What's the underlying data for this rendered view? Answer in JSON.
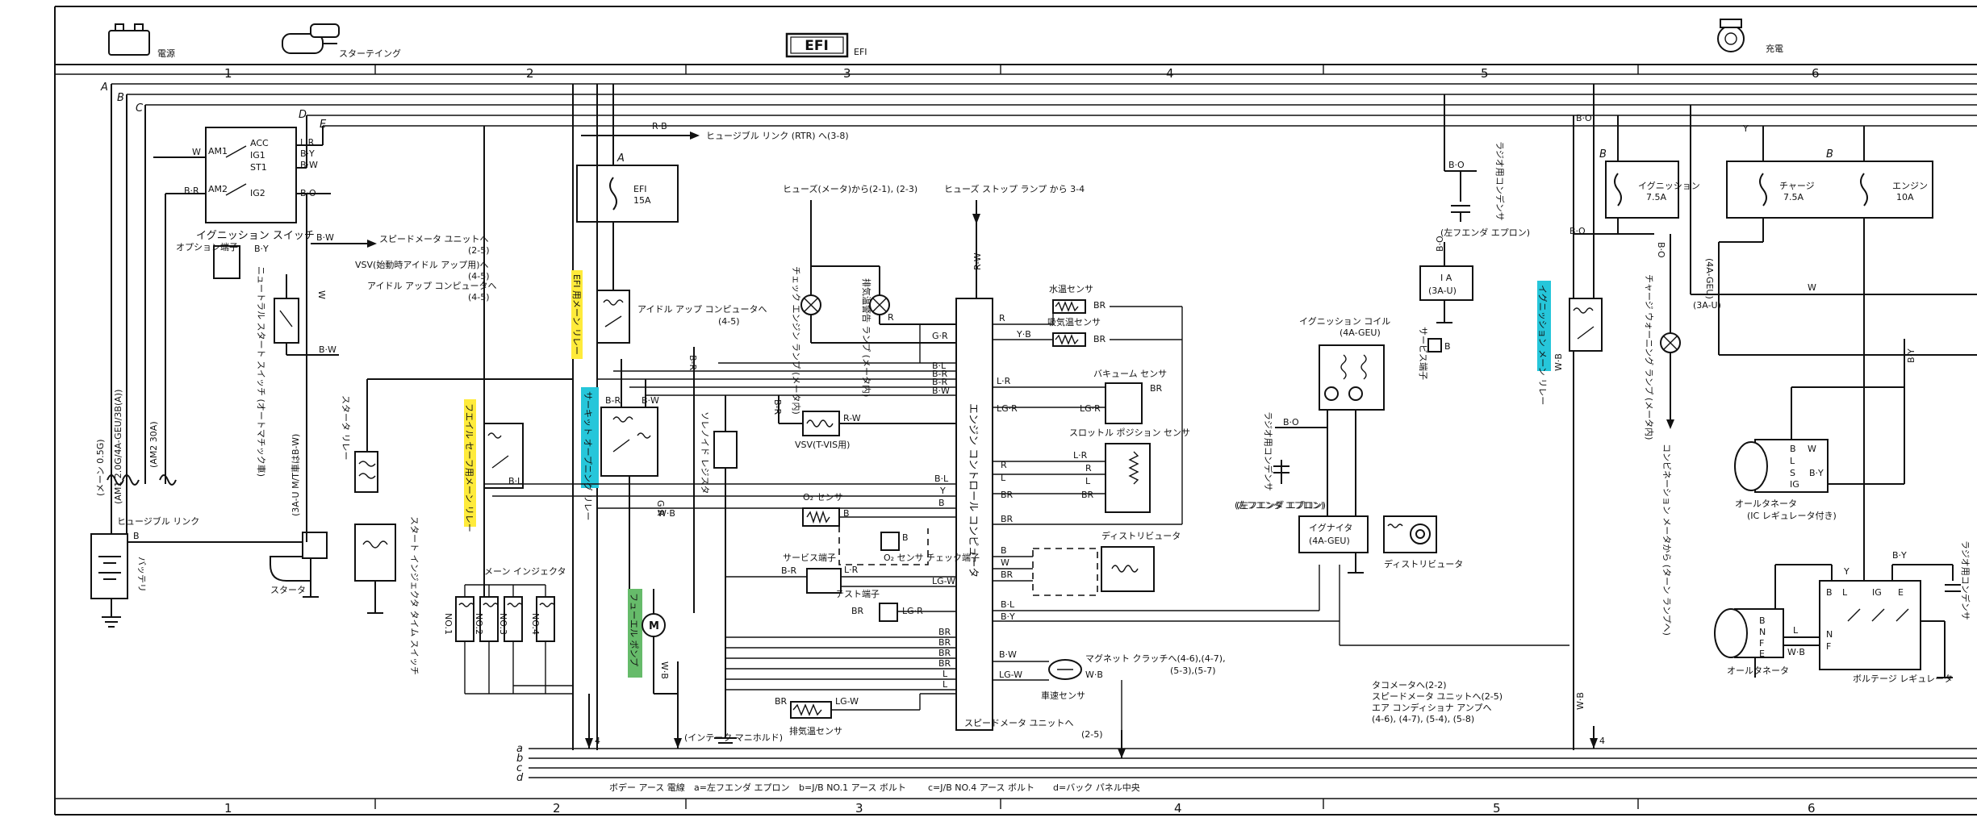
{
  "header": {
    "battery": "電源",
    "starting": "スターテイング",
    "efi_logo": "EFI",
    "efi": "EFI",
    "charging": "充電"
  },
  "columns": [
    "1",
    "2",
    "3",
    "4",
    "5",
    "6"
  ],
  "bus_letters": [
    "A",
    "B",
    "C",
    "D",
    "E"
  ],
  "ground_letters": [
    "a",
    "b",
    "c",
    "d"
  ],
  "ignition_switch": {
    "title": "イグニッション スイッチ",
    "terminals": [
      "ACC",
      "IG1",
      "ST1",
      "IG2",
      "AM1",
      "AM2"
    ],
    "wires": [
      "L·R",
      "B·Y",
      "B·W",
      "B·O",
      "W",
      "B·R"
    ]
  },
  "option_terminal": "オプション端子",
  "speedometer_note": [
    "スピードメータ ユニットへ",
    "(2-5)"
  ],
  "vsv_note": [
    "VSV(始動時アイドル アップ用)へ",
    "(4-5)"
  ],
  "idle_note": [
    "アイドル アップ コンピュータへ",
    "(4-5)"
  ],
  "fusible_link": {
    "title": "ヒュージブル リンク",
    "items": [
      "(メーン 0.5G)",
      "(AM1 2.0G/4A-GEU/3B(A))",
      "(AM2 30A)"
    ]
  },
  "battery_label": "バッテリ",
  "starter": "スタータ",
  "neutral_switch": "ニュートラル スタート スイッチ (オートマチック車)",
  "starter_relay": "スタータ リレー",
  "start_injector_timer": "スタート インジェクタ タイム スイッチ",
  "start_injector_note": "(3A-U M/T車はB-W)",
  "fusible_rtr": "ヒュージブル リンク (RTR) へ(3-8)",
  "efi_fuse": {
    "letter": "A",
    "name": "EFI",
    "rating": "15A"
  },
  "fuse_meter": "ヒューズ(メータ)から(2-1), (2-3)",
  "fuse_stop": "ヒューズ ストップ ランプ から 3-4",
  "check_engine_lamp": "チェック エンジン ランプ (メータ内)",
  "thermo_lamp": "排気温警告 ランプ (メータ内)",
  "efi_main_relay": "EFI 用メーン リレー",
  "circuit_opening_relay": "サーキット オープニング リレー",
  "fail_safe_relay": "フエイル セーフ用メーン リレー",
  "cold_start_relay": "ソレノイド レジスタ",
  "vsv_tvis": "VSV(T-VIS用)",
  "ecu": "エンジン コントロール コンピュータ",
  "sensors": {
    "water_temp": "水温センサ",
    "intake_temp": "吸気温センサ",
    "vacuum": "バキューム センサ",
    "throttle": "スロットル ポジション センサ",
    "o2": "O₂ センサ",
    "distributor": "ディストリビュータ",
    "exhaust_temp": "排気温センサ"
  },
  "service_terminal": "サービス端子",
  "o2_check": "O₂ センサ チェック端子",
  "test_terminal": "テスト端子",
  "main_injector": "メーン インジェクタ",
  "injectors": [
    "NO.1",
    "NO.2",
    "NO.3",
    "NO.4"
  ],
  "fuel_pump": "フューエル ポンプ",
  "intake_manifold": "(インテーク マニホルド)",
  "speedometer_unit2": [
    "スピードメータ ユニットへ",
    "(2-5)"
  ],
  "magnet_clutch": [
    "マグネット クラッチへ(4-6),(4-7),",
    "(5-3),(5-7)"
  ],
  "speed_sensor": "車速センサ",
  "ignition_coil": [
    "イグニッション コイル",
    "(4A-GEU)"
  ],
  "radio_condenser": "ラジオ用コンデンサ",
  "left_fender": "(左フエンダ エプロン)",
  "igniter": [
    "イグナイタ",
    "(4A-GEU)"
  ],
  "distributor2": "ディストリビュータ",
  "fuse_ia": [
    "I A",
    "(3A-U)"
  ],
  "service_terminal2": "サービス端子",
  "tacho_notes": [
    "タコメータへ(2-2)",
    "スピードメータ ユニットへ(2-5)",
    "エア コンディショナ アンプへ",
    "(4-6), (4-7), (5-4), (5-8)"
  ],
  "ignition_main_relay": "イグニッション メーン リレー",
  "charge_fuses": [
    {
      "letter": "B",
      "name": "イグニッション",
      "rating": "7.5A"
    },
    {
      "letter": "",
      "name": "チャージ",
      "rating": "7.5A"
    },
    {
      "letter": "B",
      "name": "エンジン",
      "rating": "10A"
    }
  ],
  "charge_lamp": "チャージ ウォーニング ランプ (メータ内)",
  "combination_meter": "コンビネーション メータから (ターン ランプへ)",
  "alternator_ic": [
    "オールタネータ",
    "(IC レギュレータ付き)"
  ],
  "alternator": "オールタネータ",
  "regulator": "ボルテージ レギュレータ",
  "ground_legend": [
    "ボデー アース 電線",
    "a=左フエンダ エプロン",
    "b=J/B NO.1 アース ボルト",
    "c=J/B NO.4 アース ボルト",
    "d=バック パネル中央"
  ],
  "wire_labels": [
    "R·B",
    "B·W",
    "B·Y",
    "B·L",
    "B·O",
    "G·R",
    "L·R",
    "LG·R",
    "W·B",
    "BR",
    "R-W",
    "Y·B",
    "LG-W",
    "B-R",
    "Y",
    "W",
    "R",
    "L",
    "G",
    "B"
  ],
  "unit_3au": "(3A-U)",
  "unit_4ageu": "(4A-GEU)",
  "alt_terminals": [
    "B",
    "L",
    "IG",
    "S",
    "W",
    "N",
    "E",
    "F"
  ]
}
